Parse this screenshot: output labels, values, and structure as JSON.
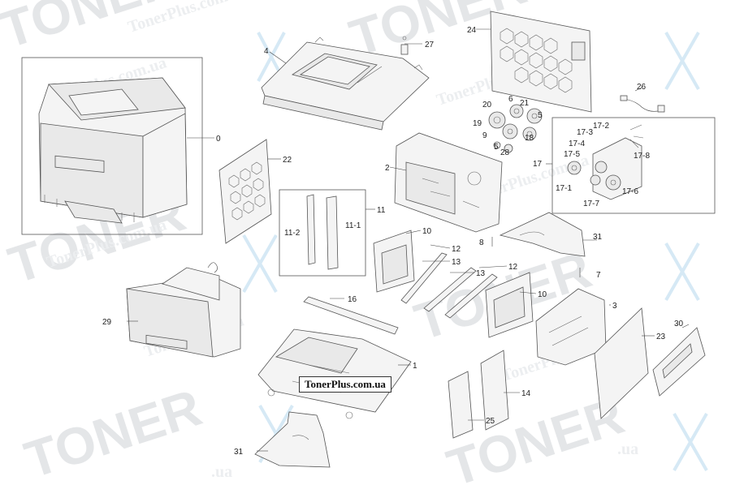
{
  "watermark": {
    "brand": "TONER",
    "site": "TonerPlus.com.ua",
    "site_short": "TonerPlus.com",
    "tld": ".ua"
  },
  "banner": {
    "text": "TonerPlus.com.ua"
  },
  "callouts": {
    "c0": "0",
    "c1": "1",
    "c2": "2",
    "c3": "3",
    "c4": "4",
    "c5a": "5",
    "c5b": "5",
    "c6": "6",
    "c7": "7",
    "c8": "8",
    "c9": "9",
    "c10a": "10",
    "c10b": "10",
    "c11": "11",
    "c11_1": "11-1",
    "c11_2": "11-2",
    "c12a": "12",
    "c12b": "12",
    "c13a": "13",
    "c13b": "13",
    "c14": "14",
    "c16": "16",
    "c17": "17",
    "c17_1": "17-1",
    "c17_2": "17-2",
    "c17_3": "17-3",
    "c17_4": "17-4",
    "c17_5": "17-5",
    "c17_6": "17-6",
    "c17_7": "17-7",
    "c17_8": "17-8",
    "c18": "18",
    "c19": "19",
    "c20": "20",
    "c21": "21",
    "c22": "22",
    "c23": "23",
    "c24": "24",
    "c25": "25",
    "c26": "26",
    "c27": "27",
    "c28": "28",
    "c29": "29",
    "c30": "30",
    "c31a": "31",
    "c31b": "31"
  }
}
